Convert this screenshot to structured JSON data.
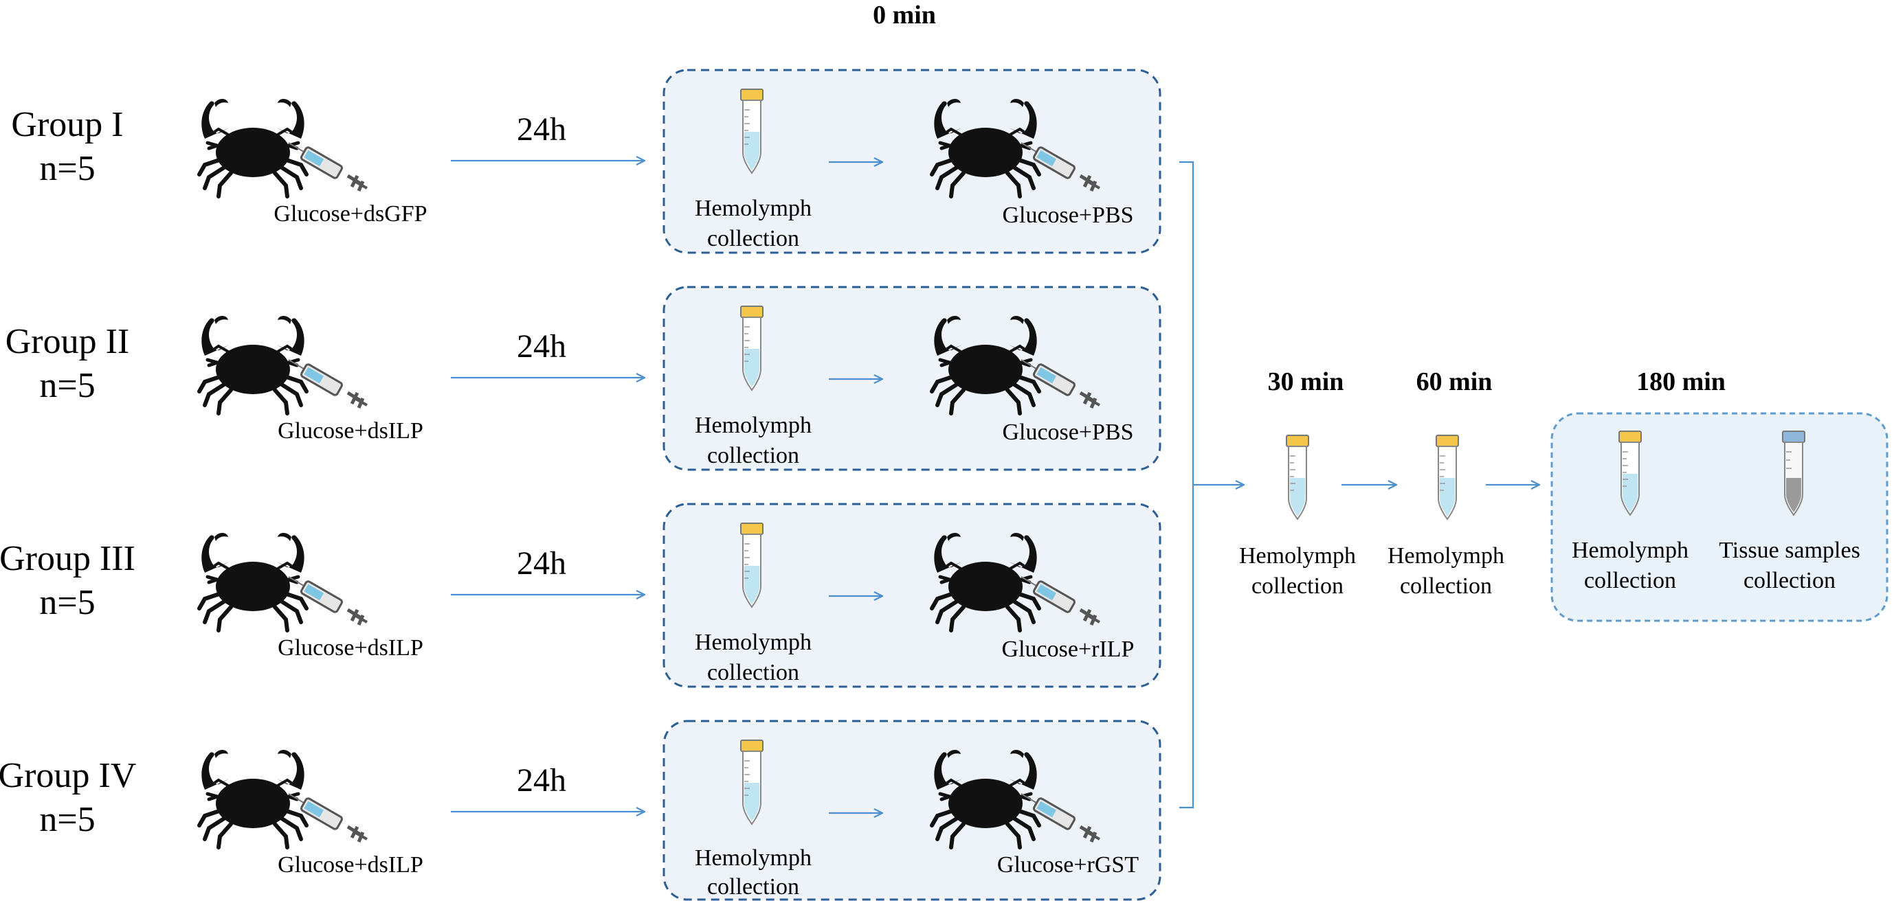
{
  "timepoints": {
    "t0": "0 min",
    "t30": "30 min",
    "t60": "60 min",
    "t180": "180 min"
  },
  "groups": [
    {
      "label_line1": "Group I",
      "label_line2": "n=5",
      "pre_treatment": "Glucose+dsGFP",
      "interval": "24h",
      "collection": [
        "Hemolymph",
        "collection"
      ],
      "treatment": "Glucose+PBS"
    },
    {
      "label_line1": "Group II",
      "label_line2": "n=5",
      "pre_treatment": "Glucose+dsILP",
      "interval": "24h",
      "collection": [
        "Hemolymph",
        "collection"
      ],
      "treatment": "Glucose+PBS"
    },
    {
      "label_line1": "Group III",
      "label_line2": "n=5",
      "pre_treatment": "Glucose+dsILP",
      "interval": "24h",
      "collection": [
        "Hemolymph",
        "collection"
      ],
      "treatment": "Glucose+rILP"
    },
    {
      "label_line1": "Group IV",
      "label_line2": "n=5",
      "pre_treatment": "Glucose+dsILP",
      "interval": "24h",
      "collection": [
        "Hemolymph",
        "collection"
      ],
      "treatment": "Glucose+rGST"
    }
  ],
  "followup": {
    "t30_caption": [
      "Hemolymph",
      "collection"
    ],
    "t60_caption": [
      "Hemolymph",
      "collection"
    ],
    "t180_hemolymph": [
      "Hemolymph",
      "collection"
    ],
    "t180_tissue": [
      "Tissue samples",
      "collection"
    ]
  },
  "icons": {
    "crab": "crab-icon",
    "syringe": "syringe-icon",
    "tube": "test-tube-icon"
  },
  "colors": {
    "arrow": "#4a8fcf",
    "box_border": "#2c5f95",
    "box_fill": "#eef3f9",
    "final_box_border": "#5f9ccd",
    "tube_cap": "#f4c74a",
    "tube_liquid": "#bfe4f2",
    "tissue_cap": "#8fb7db",
    "tissue_sample": "#9a9a9a"
  }
}
